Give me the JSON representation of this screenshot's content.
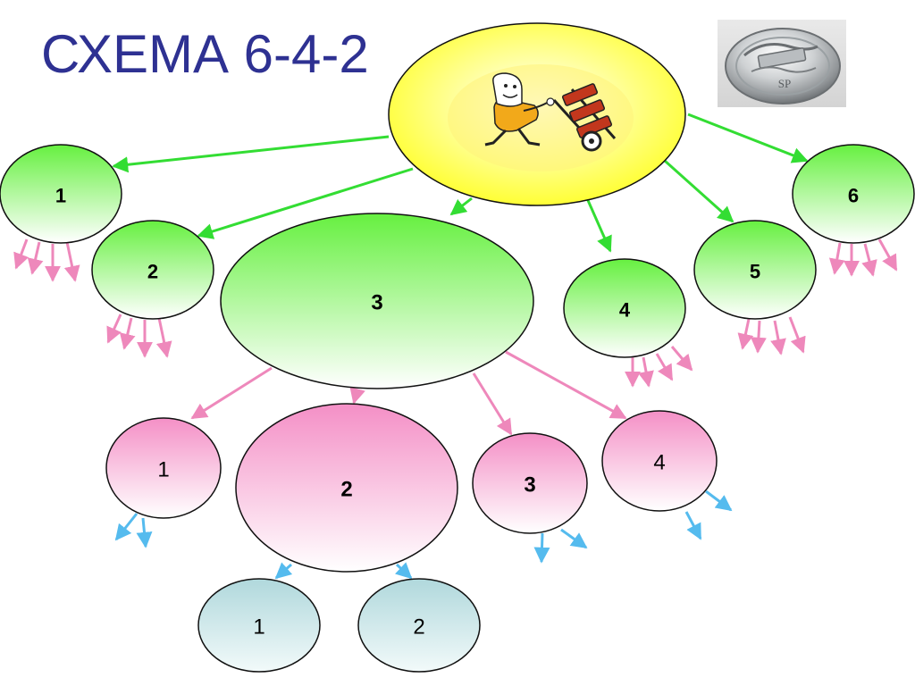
{
  "title": "СХЕМА 6-4-2",
  "badge": {
    "text": "SP",
    "icon": "silver-pin-badge-icon"
  },
  "center": {
    "icon": "worker-with-hand-truck-icon"
  },
  "level1": [
    {
      "label": "1"
    },
    {
      "label": "2"
    },
    {
      "label": "3"
    },
    {
      "label": "4"
    },
    {
      "label": "5"
    },
    {
      "label": "6"
    }
  ],
  "level2": [
    {
      "label": "1"
    },
    {
      "label": "2"
    },
    {
      "label": "3"
    },
    {
      "label": "4"
    }
  ],
  "level3": [
    {
      "label": "1"
    },
    {
      "label": "2"
    }
  ],
  "colors": {
    "title": "#2e3192",
    "green_arrow": "#33dd33",
    "pink_arrow": "#ee88bb",
    "blue_arrow": "#55bbee",
    "green_node": "#66ee44",
    "pink_node": "#f48fc6",
    "blue_node": "#b7dde0",
    "center_node": "#ffff33"
  }
}
